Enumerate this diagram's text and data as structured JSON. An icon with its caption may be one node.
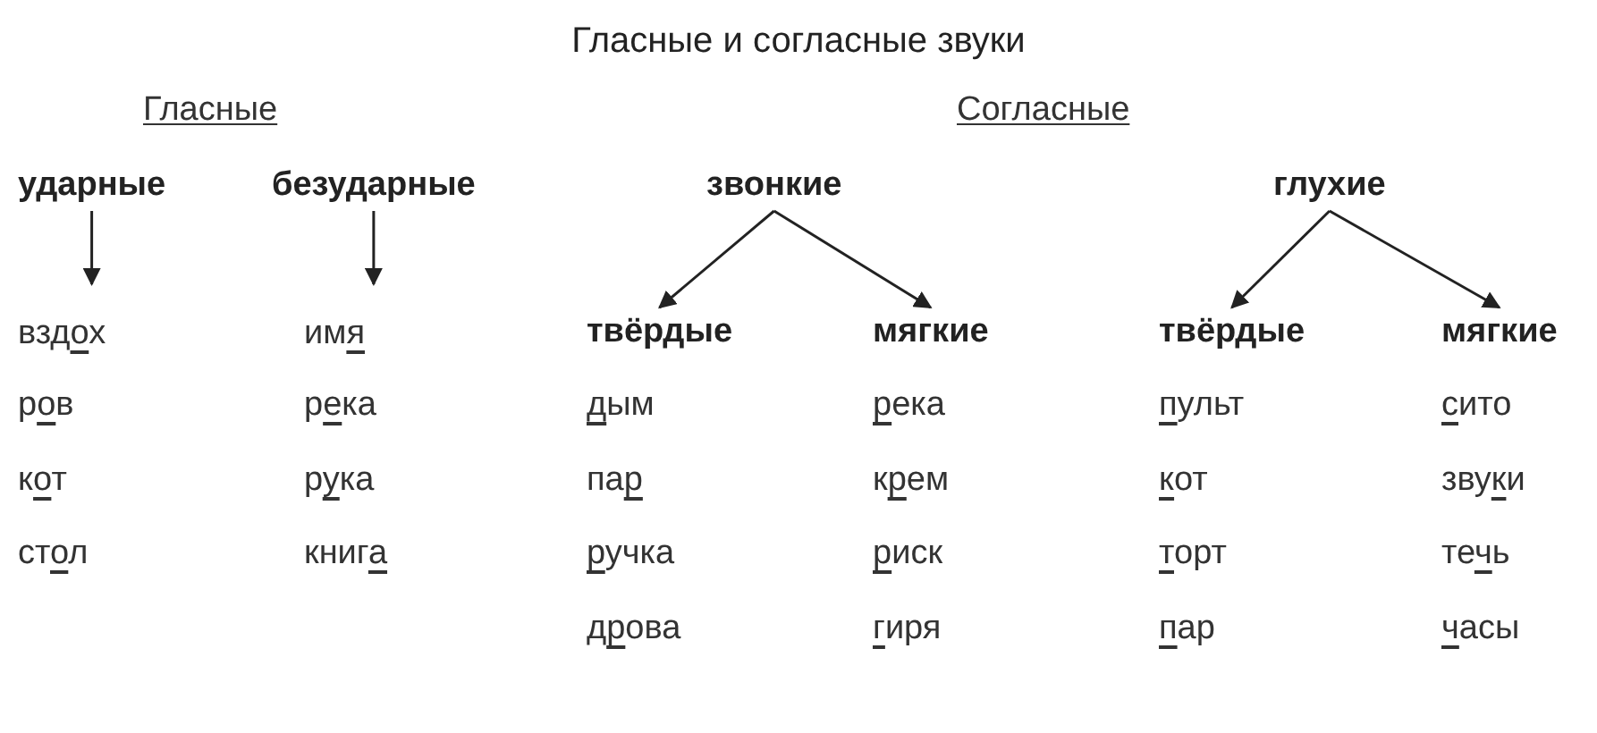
{
  "diagram": {
    "title": "Гласные и согласные звуки",
    "nodes": [
      {
        "text": [
          "ударные"
        ]
      },
      {
        "text": [
          "безударные"
        ]
      },
      {
        "text": [
          "звонкие"
        ]
      },
      {
        "text": [
          "твёрдые"
        ]
      },
      {
        "text": [
          "мягкие"
        ]
      },
      {
        "text": [
          "глухие"
        ]
      },
      {
        "text": [
          "твёрдые"
        ]
      },
      {
        "text": [
          "мягкие"
        ]
      },
      {
        "text": [
          "вздох"
        ]
      },
      {
        "text": [
          "имя"
        ]
      }
    ],
    "edges": [
      {
        "from": 0,
        "to": 8,
        "arrow": "to"
      },
      {
        "from": 1,
        "to": 9,
        "arrow": "to"
      },
      {
        "from": 2,
        "to": 3,
        "arrow": "to"
      },
      {
        "from": 2,
        "to": 4,
        "arrow": "to"
      },
      {
        "from": 5,
        "to": 6,
        "arrow": "to"
      },
      {
        "from": 5,
        "to": 7,
        "arrow": "to"
      }
    ],
    "labels": [
      "Гласные",
      "Согласные",
      "ров",
      "река",
      "дым",
      "река",
      "пульт",
      "сито",
      "кот",
      "рука",
      "пар",
      "крем",
      "кот",
      "звуки",
      "стол",
      "книга",
      "ручка",
      "риск",
      "торт",
      "течь",
      "дрова",
      "гиря",
      "пар",
      "часы"
    ]
  }
}
